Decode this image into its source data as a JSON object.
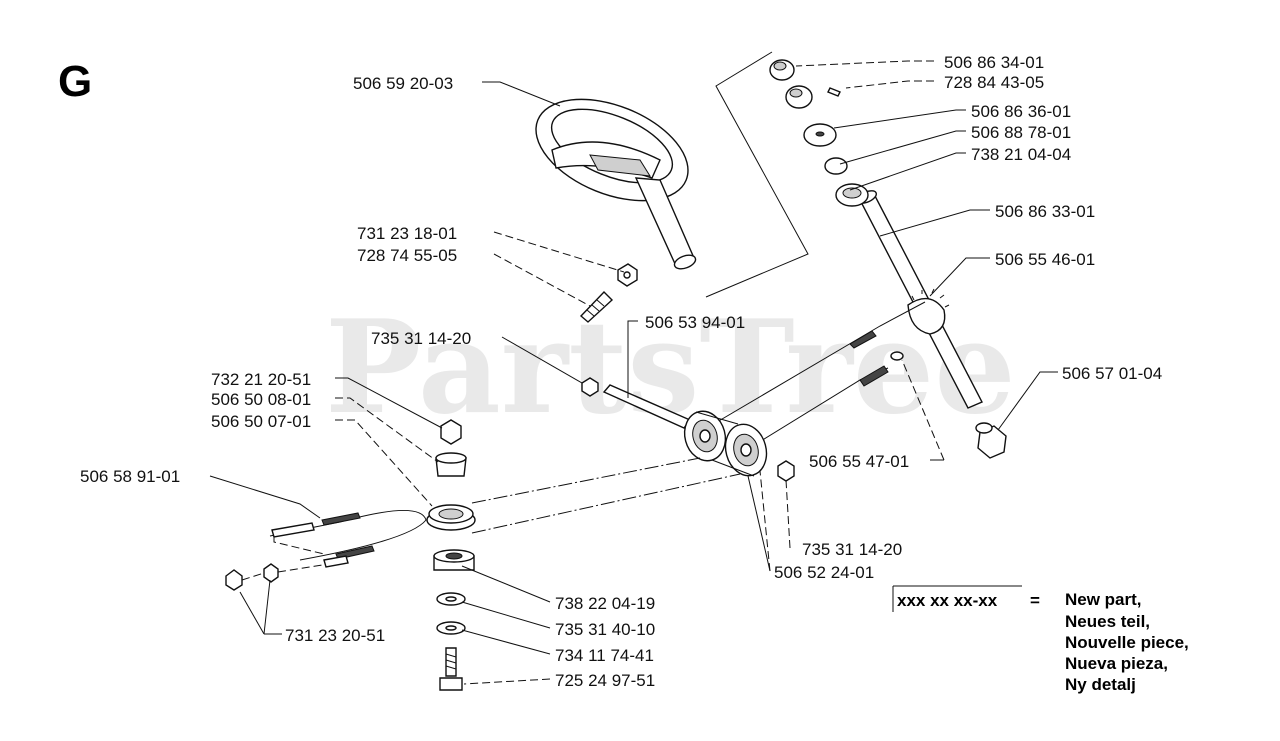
{
  "section_letter": "G",
  "watermark": "PartsTree",
  "callouts": {
    "c1": "506 59 20-03",
    "c2": "731 23 18-01",
    "c3": "728 74 55-05",
    "c4": "735 31 14-20",
    "c5": "506 53 94-01",
    "c6": "732 21 20-51",
    "c7": "506 50 08-01",
    "c8": "506 50 07-01",
    "c9": "506 58 91-01",
    "c10": "731 23 20-51",
    "c11": "738 22 04-19",
    "c12": "735 31 40-10",
    "c13": "734 11 74-41",
    "c14": "725 24 97-51",
    "c15": "735 31 14-20",
    "c16": "506 52 24-01",
    "c17": "506 55 47-01",
    "c18": "506 57 01-04",
    "c19": "506 55 46-01",
    "c20": "506 86 33-01",
    "c21": "738 21 04-04",
    "c22": "506 88 78-01",
    "c23": "506 86 36-01",
    "c24": "728 84 43-05",
    "c25": "506 86 34-01"
  },
  "legend": {
    "code": "xxx xx xx-xx",
    "equals": "=",
    "lines": [
      "New part,",
      "Neues teil,",
      "Nouvelle piece,",
      "Nueva pieza,",
      "Ny detalj"
    ]
  }
}
